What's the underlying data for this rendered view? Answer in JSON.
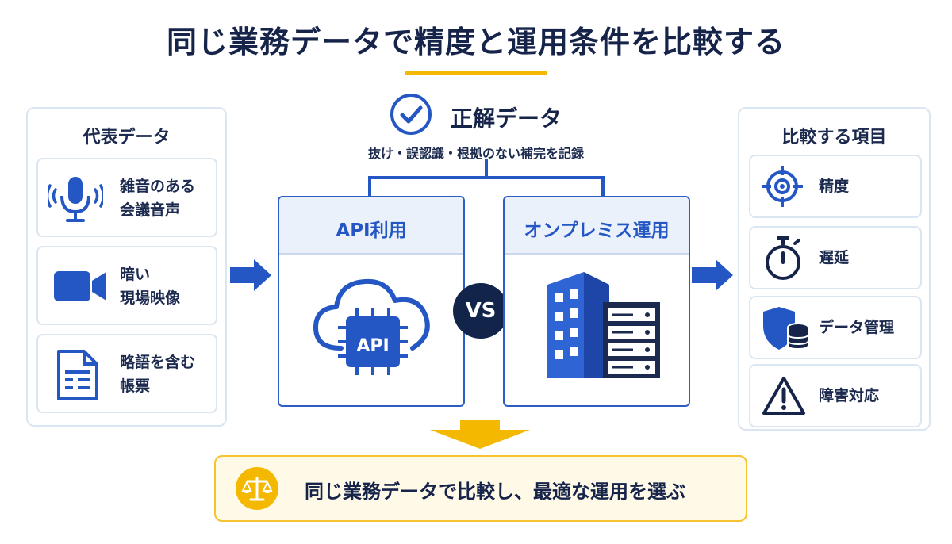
{
  "title": "同じ業務データで精度と運用条件を比較する",
  "left_panel": {
    "title": "代表データ",
    "items": [
      {
        "icon": "microphone-icon",
        "line1": "雑音のある",
        "line2": "会議音声"
      },
      {
        "icon": "video-camera-icon",
        "line1": "暗い",
        "line2": "現場映像"
      },
      {
        "icon": "document-icon",
        "line1": "略語を含む",
        "line2": "帳票"
      }
    ]
  },
  "ground_truth": {
    "title": "正解データ",
    "subtitle": "抜け・誤認識・根拠のない補完を記録"
  },
  "options": {
    "api": {
      "label": "API利用",
      "chip_text": "API"
    },
    "onprem": {
      "label": "オンプレミス運用"
    },
    "vs": "VS"
  },
  "right_panel": {
    "title": "比較する項目",
    "items": [
      {
        "icon": "target-icon",
        "label": "精度"
      },
      {
        "icon": "stopwatch-icon",
        "label": "遅延"
      },
      {
        "icon": "shield-database-icon",
        "label": "データ管理"
      },
      {
        "icon": "warning-icon",
        "label": "障害対応"
      }
    ]
  },
  "conclusion": {
    "icon": "scales-icon",
    "text": "同じ業務データで比較し、最適な運用を選ぶ"
  },
  "colors": {
    "primary": "#2457c4",
    "navy": "#16244a",
    "accent": "#f5b800",
    "light_border": "#dbe6f3"
  }
}
